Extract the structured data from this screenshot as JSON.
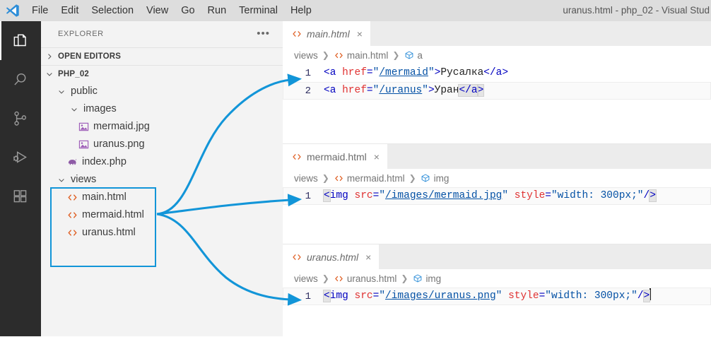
{
  "window": {
    "title": "uranus.html - php_02 - Visual Stud",
    "menu": [
      "File",
      "Edit",
      "Selection",
      "View",
      "Go",
      "Run",
      "Terminal",
      "Help"
    ],
    "logo_icon": "vscode-logo-icon"
  },
  "activity_bar": {
    "items": [
      {
        "name": "explorer-icon",
        "active": true
      },
      {
        "name": "search-icon",
        "active": false
      },
      {
        "name": "source-control-icon",
        "active": false
      },
      {
        "name": "run-and-debug-icon",
        "active": false
      },
      {
        "name": "extensions-icon",
        "active": false
      }
    ]
  },
  "sidebar": {
    "title": "EXPLORER",
    "more_actions": "•••",
    "sections": [
      {
        "label": "OPEN EDITORS",
        "expanded": false
      },
      {
        "label": "PHP_02",
        "expanded": true
      }
    ],
    "tree": [
      {
        "label": "public",
        "type": "folder",
        "icon": "chevron-down-icon",
        "indent": 1
      },
      {
        "label": "images",
        "type": "folder",
        "icon": "chevron-down-icon",
        "indent": 2
      },
      {
        "label": "mermaid.jpg",
        "type": "image",
        "icon": "image-file-icon",
        "indent": 3
      },
      {
        "label": "uranus.png",
        "type": "image",
        "icon": "image-file-icon",
        "indent": 3
      },
      {
        "label": "index.php",
        "type": "php",
        "icon": "php-elephant-icon",
        "indent": 2
      },
      {
        "label": "views",
        "type": "folder",
        "icon": "chevron-down-icon",
        "indent": 1
      },
      {
        "label": "main.html",
        "type": "html",
        "icon": "html-file-icon",
        "indent": 2
      },
      {
        "label": "mermaid.html",
        "type": "html",
        "icon": "html-file-icon",
        "indent": 2
      },
      {
        "label": "uranus.html",
        "type": "html",
        "icon": "html-file-icon",
        "indent": 2
      }
    ],
    "highlight_box": {
      "label": "views-folder-highlight",
      "color": "#1295D8"
    }
  },
  "annotations": {
    "arrow_color": "#1295D8",
    "arrows": [
      {
        "name": "arrow-views-to-main",
        "from": "views-folder",
        "to": "main-html-line-1"
      },
      {
        "name": "arrow-views-to-mermaid",
        "from": "views-folder",
        "to": "mermaid-html-line-1"
      },
      {
        "name": "arrow-views-to-uranus",
        "from": "views-folder",
        "to": "uranus-html-line-1"
      }
    ]
  },
  "editors": [
    {
      "tab": {
        "label": "main.html",
        "icon": "html-file-icon",
        "close": "×",
        "preview_italic": true
      },
      "breadcrumb": [
        "views",
        "main.html",
        "a"
      ],
      "breadcrumb_icons": [
        "",
        "html-file-icon",
        "symbol-field-icon"
      ],
      "lines": [
        {
          "num": "1",
          "tokens": [
            {
              "t": "tag",
              "v": "<a "
            },
            {
              "t": "attr",
              "v": "href"
            },
            {
              "t": "tag",
              "v": "="
            },
            {
              "t": "q",
              "v": "\""
            },
            {
              "t": "str",
              "v": "/mermaid"
            },
            {
              "t": "q",
              "v": "\""
            },
            {
              "t": "tag",
              "v": ">"
            },
            {
              "t": "txt",
              "v": "Русалка"
            },
            {
              "t": "tag",
              "v": "</a>"
            }
          ]
        },
        {
          "num": "2",
          "current": true,
          "tokens": [
            {
              "t": "tag",
              "v": "<a "
            },
            {
              "t": "attr",
              "v": "href"
            },
            {
              "t": "tag",
              "v": "="
            },
            {
              "t": "q",
              "v": "\""
            },
            {
              "t": "str",
              "v": "/uranus"
            },
            {
              "t": "q",
              "v": "\""
            },
            {
              "t": "tag",
              "v": ">"
            },
            {
              "t": "txt",
              "v": "Уран"
            },
            {
              "t": "tag-hl",
              "v": "</a"
            },
            {
              "t": "tag-hl2",
              "v": ">"
            }
          ]
        }
      ]
    },
    {
      "tab": {
        "label": "mermaid.html",
        "icon": "html-file-icon",
        "close": "×",
        "preview_italic": false
      },
      "breadcrumb": [
        "views",
        "mermaid.html",
        "img"
      ],
      "breadcrumb_icons": [
        "",
        "html-file-icon",
        "symbol-field-icon"
      ],
      "lines": [
        {
          "num": "1",
          "current": true,
          "tokens": [
            {
              "t": "tag-hl2",
              "v": "<"
            },
            {
              "t": "tag",
              "v": "img "
            },
            {
              "t": "attr",
              "v": "src"
            },
            {
              "t": "tag",
              "v": "="
            },
            {
              "t": "q",
              "v": "\""
            },
            {
              "t": "str",
              "v": "/images/mermaid.jpg"
            },
            {
              "t": "q",
              "v": "\""
            },
            {
              "t": "txt",
              "v": " "
            },
            {
              "t": "attr",
              "v": "style"
            },
            {
              "t": "tag",
              "v": "="
            },
            {
              "t": "q",
              "v": "\"width: 300px;\""
            },
            {
              "t": "tag",
              "v": "/"
            },
            {
              "t": "tag-hl2",
              "v": ">"
            }
          ]
        }
      ]
    },
    {
      "tab": {
        "label": "uranus.html",
        "icon": "html-file-icon",
        "close": "×",
        "preview_italic": true
      },
      "breadcrumb": [
        "views",
        "uranus.html",
        "img"
      ],
      "breadcrumb_icons": [
        "",
        "html-file-icon",
        "symbol-field-icon"
      ],
      "lines": [
        {
          "num": "1",
          "current": true,
          "caret": true,
          "tokens": [
            {
              "t": "tag-hl2",
              "v": "<"
            },
            {
              "t": "tag",
              "v": "img "
            },
            {
              "t": "attr",
              "v": "src"
            },
            {
              "t": "tag",
              "v": "="
            },
            {
              "t": "q",
              "v": "\""
            },
            {
              "t": "str",
              "v": "/images/uranus.png"
            },
            {
              "t": "q",
              "v": "\""
            },
            {
              "t": "txt",
              "v": " "
            },
            {
              "t": "attr",
              "v": "style"
            },
            {
              "t": "tag",
              "v": "="
            },
            {
              "t": "q",
              "v": "\"width: 300px;\""
            },
            {
              "t": "tag",
              "v": "/"
            },
            {
              "t": "tag-hl2",
              "v": ">"
            }
          ]
        }
      ]
    }
  ]
}
